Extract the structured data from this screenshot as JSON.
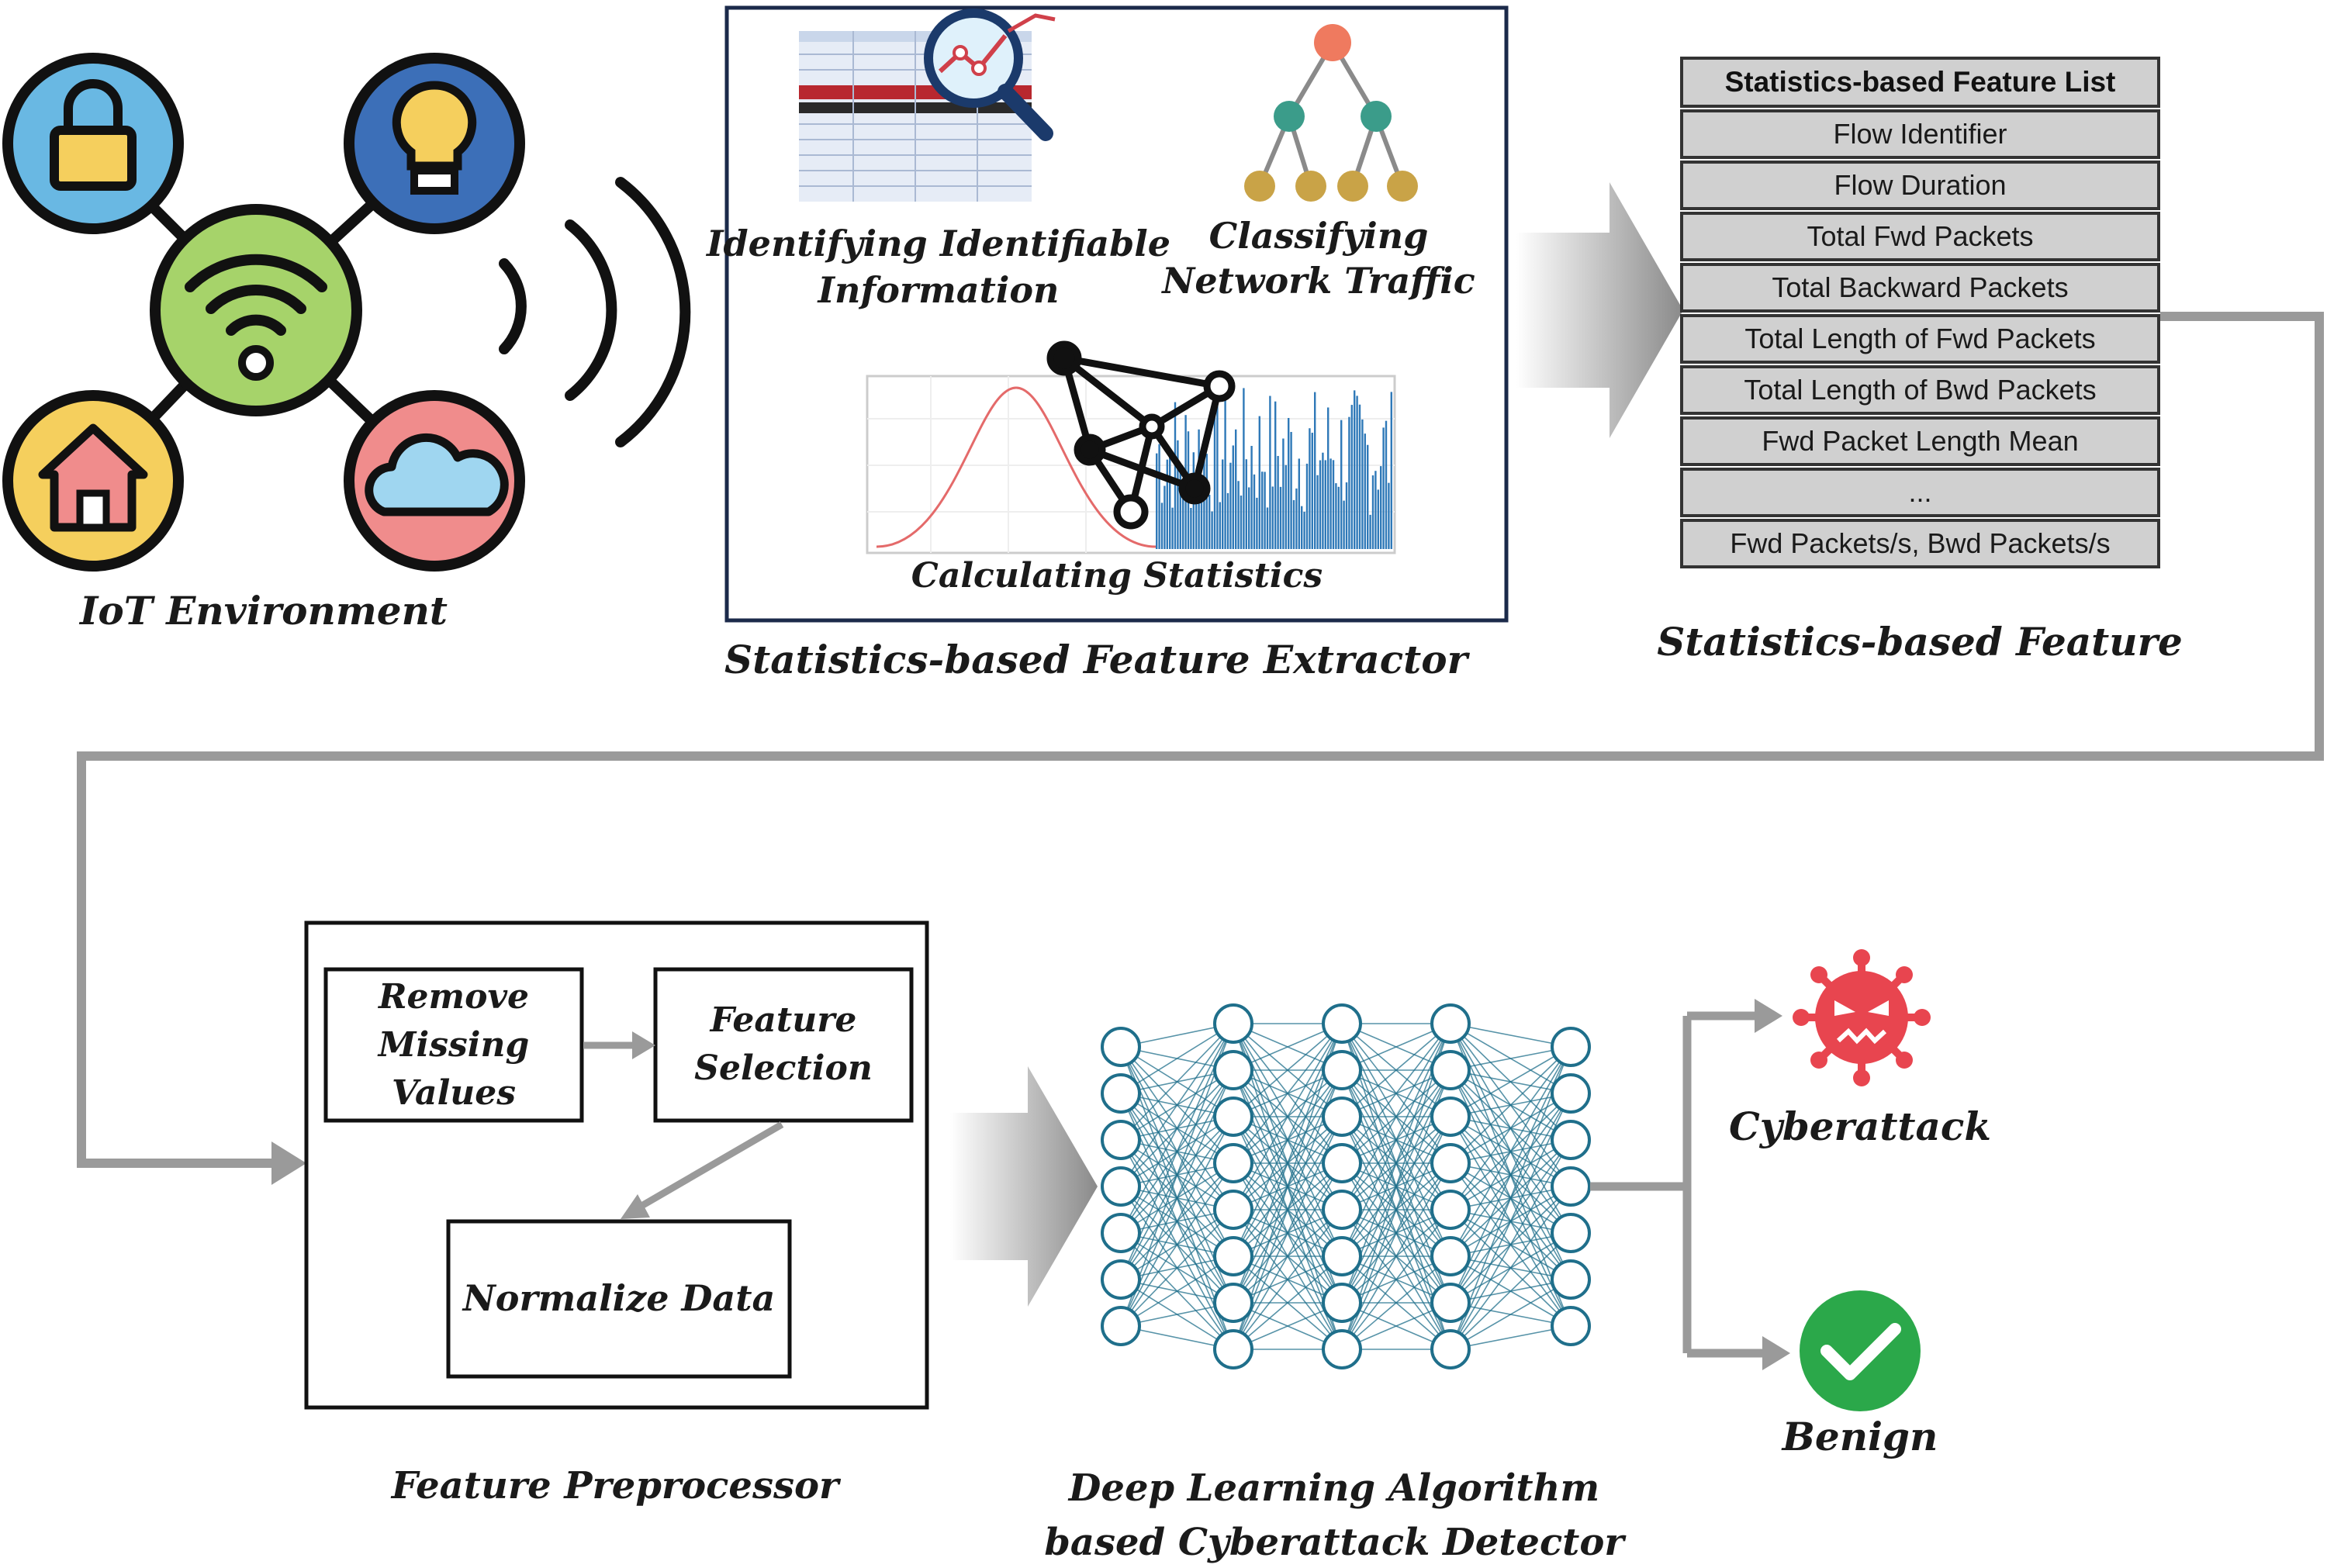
{
  "iot": {
    "caption": "IoT Environment",
    "icons": [
      "lock-icon",
      "lightbulb-icon",
      "wifi-icon",
      "home-icon",
      "cloud-icon",
      "wireless-signal-icon"
    ]
  },
  "extractor": {
    "caption": "Statistics-based Feature Extractor",
    "identify_line1": "Identifying Identifiable",
    "identify_line2": "Information",
    "classify_line1": "Classifying",
    "classify_line2": "Network Traffic",
    "calculating": "Calculating Statistics"
  },
  "feature_list": {
    "header": "Statistics-based Feature List",
    "items": [
      "Flow Identifier",
      "Flow Duration",
      "Total Fwd Packets",
      "Total Backward Packets",
      "Total Length of Fwd Packets",
      "Total Length of Bwd Packets",
      "Fwd Packet Length Mean",
      "...",
      "Fwd Packets/s, Bwd Packets/s"
    ],
    "caption": "Statistics-based Feature"
  },
  "preprocessor": {
    "caption": "Feature Preprocessor",
    "remove_line1": "Remove",
    "remove_line2": "Missing",
    "remove_line3": "Values",
    "select_line1": "Feature",
    "select_line2": "Selection",
    "normalize": "Normalize Data"
  },
  "detector": {
    "caption_line1": "Deep Learning Algorithm",
    "caption_line2": "based Cyberattack Detector",
    "layer_sizes": [
      7,
      8,
      8,
      8,
      7
    ]
  },
  "outputs": {
    "attack": "Cyberattack",
    "benign": "Benign"
  },
  "colors": {
    "arrow": "#9a9a9a",
    "table_fill": "#d0d0d0",
    "network": "#1f6f8b",
    "virus": "#e8454f",
    "check": "#2ba84a",
    "wifi_hub": "#a6d36a",
    "lock_bg": "#69b8e3",
    "bulb_bg": "#3c6fb8",
    "home_bg": "#f5cf5d",
    "cloud_bg": "#f08c8c"
  }
}
